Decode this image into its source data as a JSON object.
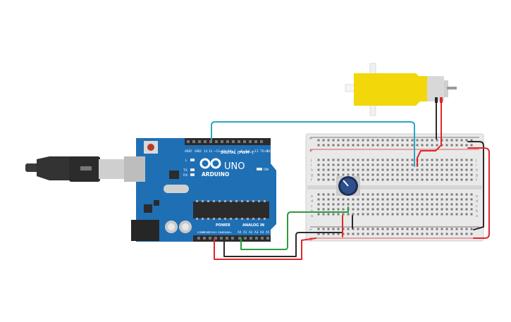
{
  "board": {
    "brand": "ARDUINO",
    "model": "UNO",
    "digital_label": "DIGITAL (PWM~)",
    "power_label": "POWER",
    "analog_label": "ANALOG IN",
    "on_label": "ON",
    "tx_label": "TX",
    "rx_label": "RX",
    "l_label": "L",
    "aref_label": "AREF",
    "gnd_label": "GND",
    "digital_pins": [
      "13",
      "12",
      "~11",
      "~10",
      "~9",
      "8",
      "7",
      "~6",
      "~5",
      "4",
      "~3",
      "2",
      "TX>1",
      "RX<0"
    ],
    "power_pins": [
      "IOREF",
      "RESET",
      "3.3V",
      "5V",
      "GND",
      "GND",
      "Vin"
    ],
    "analog_pins": [
      "A0",
      "A1",
      "A2",
      "A3",
      "A4",
      "A5"
    ]
  },
  "breadboard": {
    "plus_symbol": "+",
    "minus_symbol": "−",
    "row_letters_top": [
      "j",
      "i",
      "h",
      "g",
      "f"
    ],
    "row_letters_bottom": [
      "e",
      "d",
      "c",
      "b",
      "a"
    ]
  },
  "colors": {
    "board": "#1f6fb5",
    "wire_blue": "#2aa6c6",
    "wire_red": "#e0272a",
    "wire_green": "#2e9b3c",
    "wire_black": "#2a2a2a",
    "motor_yellow": "#f2d70a",
    "breadboard": "#e9e9e9"
  }
}
